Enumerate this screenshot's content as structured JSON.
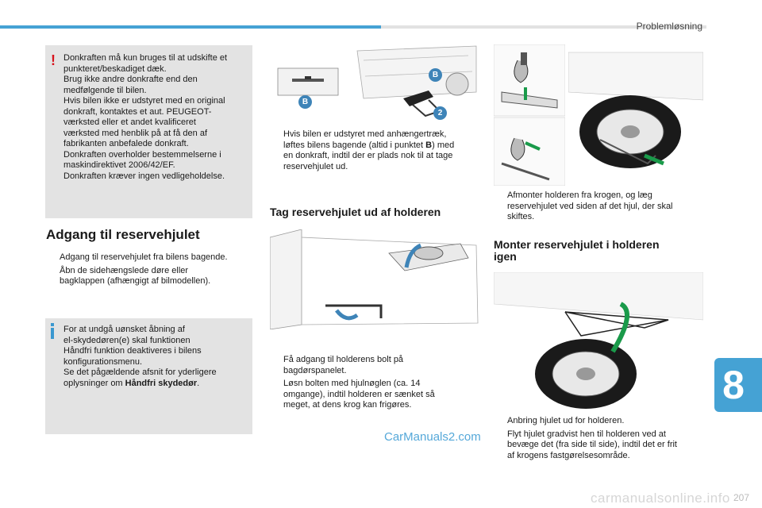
{
  "header": {
    "section_title": "Problemløsning"
  },
  "warning_box": {
    "icon": "exclamation-warning-icon",
    "text": "Donkraften må kun bruges til at udskifte et\npunkteret/beskadiget dæk.\nBrug ikke andre donkrafte end den\nmedfølgende til bilen.\nHvis bilen ikke er udstyret med en original\ndonkraft, kontaktes et aut. PEUGEOT-\nværksted eller et andet kvalificeret\nværksted med henblik på at få den af\nfabrikanten anbefalede donkraft.\nDonkraften overholder bestemmelserne i\nmaskindirektivet 2006/42/EF.\nDonkraften kræver ingen vedligeholdelse."
  },
  "access_section": {
    "title": "Adgang til reservehjulet",
    "bullets": [
      "Adgang til reservehjulet fra bilens bagende.",
      "Åbn de sidehængslede døre eller\nbagklappen (afhængigt af bilmodellen)."
    ]
  },
  "info_box": {
    "icon": "info-icon",
    "text_pre": "For at undgå uønsket åbning af\nel-skydedøren(e) skal funktionen\nHåndfri funktion deaktiveres i bilens\nkonfigurationsmenu.\nSe det pågældende afsnit for yderligere\noplysninger om ",
    "text_bold": "Håndfri skydedør",
    "text_post": "."
  },
  "jack_illustration": {
    "label_b_small": "B",
    "label_b_car": "B",
    "label_2": "2"
  },
  "towbar_note": {
    "pre": "Hvis bilen er udstyret med anhængertræk,\nløftes bilens bagende (altid i punktet ",
    "bold": "B",
    "post": ") med\nen donkraft, indtil der er plads nok til at tage\nreservehjulet ud."
  },
  "take_out_section": {
    "title": "Tag reservehjulet ud af holderen",
    "bullets": [
      "Få adgang til holderens bolt på\nbagdørspanelet.",
      "Løsn bolten med hjulnøglen (ca. 14\nomgange), indtil holderen er sænket så\nmeget, at dens krog kan frigøres."
    ]
  },
  "remove_note": "Afmonter holderen fra krogen, og læg\nreservehjulet ved siden af det hjul, der skal\nskiftes.",
  "refit_section": {
    "title": "Monter reservehjulet i holderen\nigen",
    "bullets": [
      "Anbring hjulet ud for holderen.",
      "Flyt hjulet gradvist hen til holderen ved at\nbevæge det (fra side til side), indtil det er frit\naf krogens fastgørelsesområde."
    ]
  },
  "bullet_glyph": "",
  "chapter": "8",
  "watermark": "CarManuals2.com",
  "footer_logo": "carmanualsonline.info",
  "page_number": "207",
  "colors": {
    "accent_blue": "#45a2d4",
    "warning_red": "#d7141d",
    "box_grey": "#e3e3e3"
  }
}
